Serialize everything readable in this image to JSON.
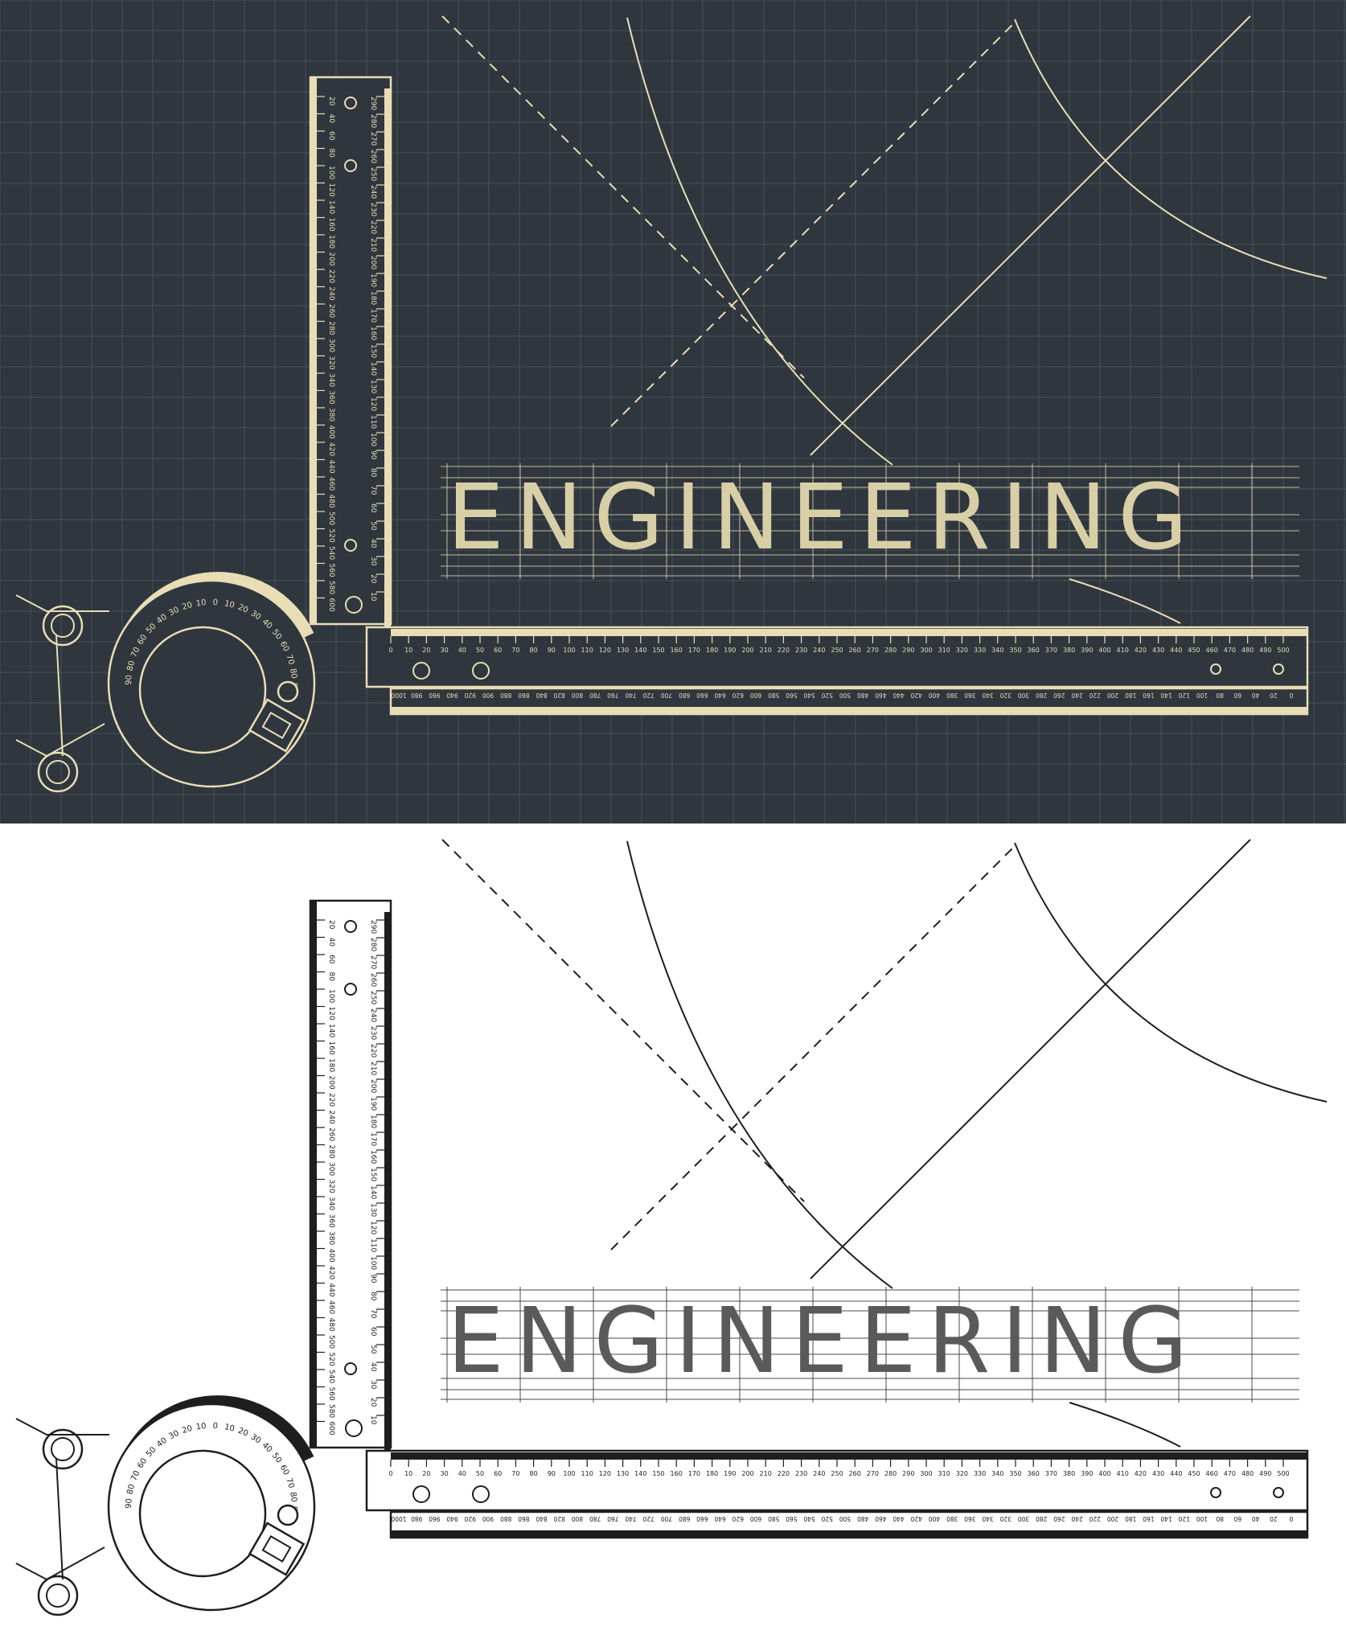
{
  "title_word": "ENGINEERING",
  "colors": {
    "dark_background": "#2f363d",
    "dark_grid": "#45535a",
    "dark_line": "#e9ddb6",
    "light_background": "#ffffff",
    "light_line": "#1e1e1e",
    "light_word_fill": "#5a5a5a"
  },
  "vertical_ruler_ticks": [
    "20",
    "40",
    "60",
    "80",
    "100",
    "120",
    "140",
    "160",
    "180",
    "200",
    "220",
    "240",
    "260",
    "280",
    "300",
    "320",
    "340",
    "360",
    "380",
    "400",
    "420",
    "440",
    "460",
    "480",
    "500",
    "520",
    "540",
    "560",
    "580",
    "600"
  ],
  "vertical_ruler_inner_ticks": [
    "290",
    "280",
    "270",
    "260",
    "250",
    "240",
    "230",
    "220",
    "210",
    "200",
    "190",
    "180",
    "170",
    "160",
    "150",
    "140",
    "130",
    "120",
    "110",
    "100",
    "90",
    "80",
    "70",
    "60",
    "50",
    "40",
    "30",
    "20",
    "10"
  ],
  "horizontal_ruler_top_ticks": [
    "0",
    "10",
    "20",
    "30",
    "40",
    "50",
    "60",
    "70",
    "80",
    "90",
    "100",
    "110",
    "120",
    "130",
    "140",
    "150",
    "160",
    "170",
    "180",
    "190",
    "200",
    "210",
    "220",
    "230",
    "240",
    "250",
    "260",
    "270",
    "280",
    "290",
    "300",
    "310",
    "320",
    "330",
    "340",
    "350",
    "360",
    "370",
    "380",
    "390",
    "400",
    "410",
    "420",
    "430",
    "440",
    "450",
    "460",
    "470",
    "480",
    "490",
    "500"
  ],
  "horizontal_ruler_bottom_ticks": [
    "1000",
    "980",
    "960",
    "940",
    "920",
    "900",
    "880",
    "860",
    "840",
    "820",
    "800",
    "780",
    "760",
    "740",
    "720",
    "700",
    "680",
    "660",
    "640",
    "620",
    "600",
    "580",
    "560",
    "540",
    "520",
    "500",
    "480",
    "460",
    "440",
    "420",
    "400",
    "380",
    "360",
    "340",
    "320",
    "300",
    "280",
    "260",
    "240",
    "220",
    "200",
    "180",
    "160",
    "140",
    "120",
    "100",
    "80",
    "60",
    "40",
    "20",
    "0"
  ],
  "protractor_ticks": [
    "90",
    "80",
    "70",
    "60",
    "50",
    "40",
    "30",
    "20",
    "10",
    "0",
    "10",
    "20",
    "30",
    "40",
    "50",
    "60",
    "70",
    "80",
    "90"
  ]
}
